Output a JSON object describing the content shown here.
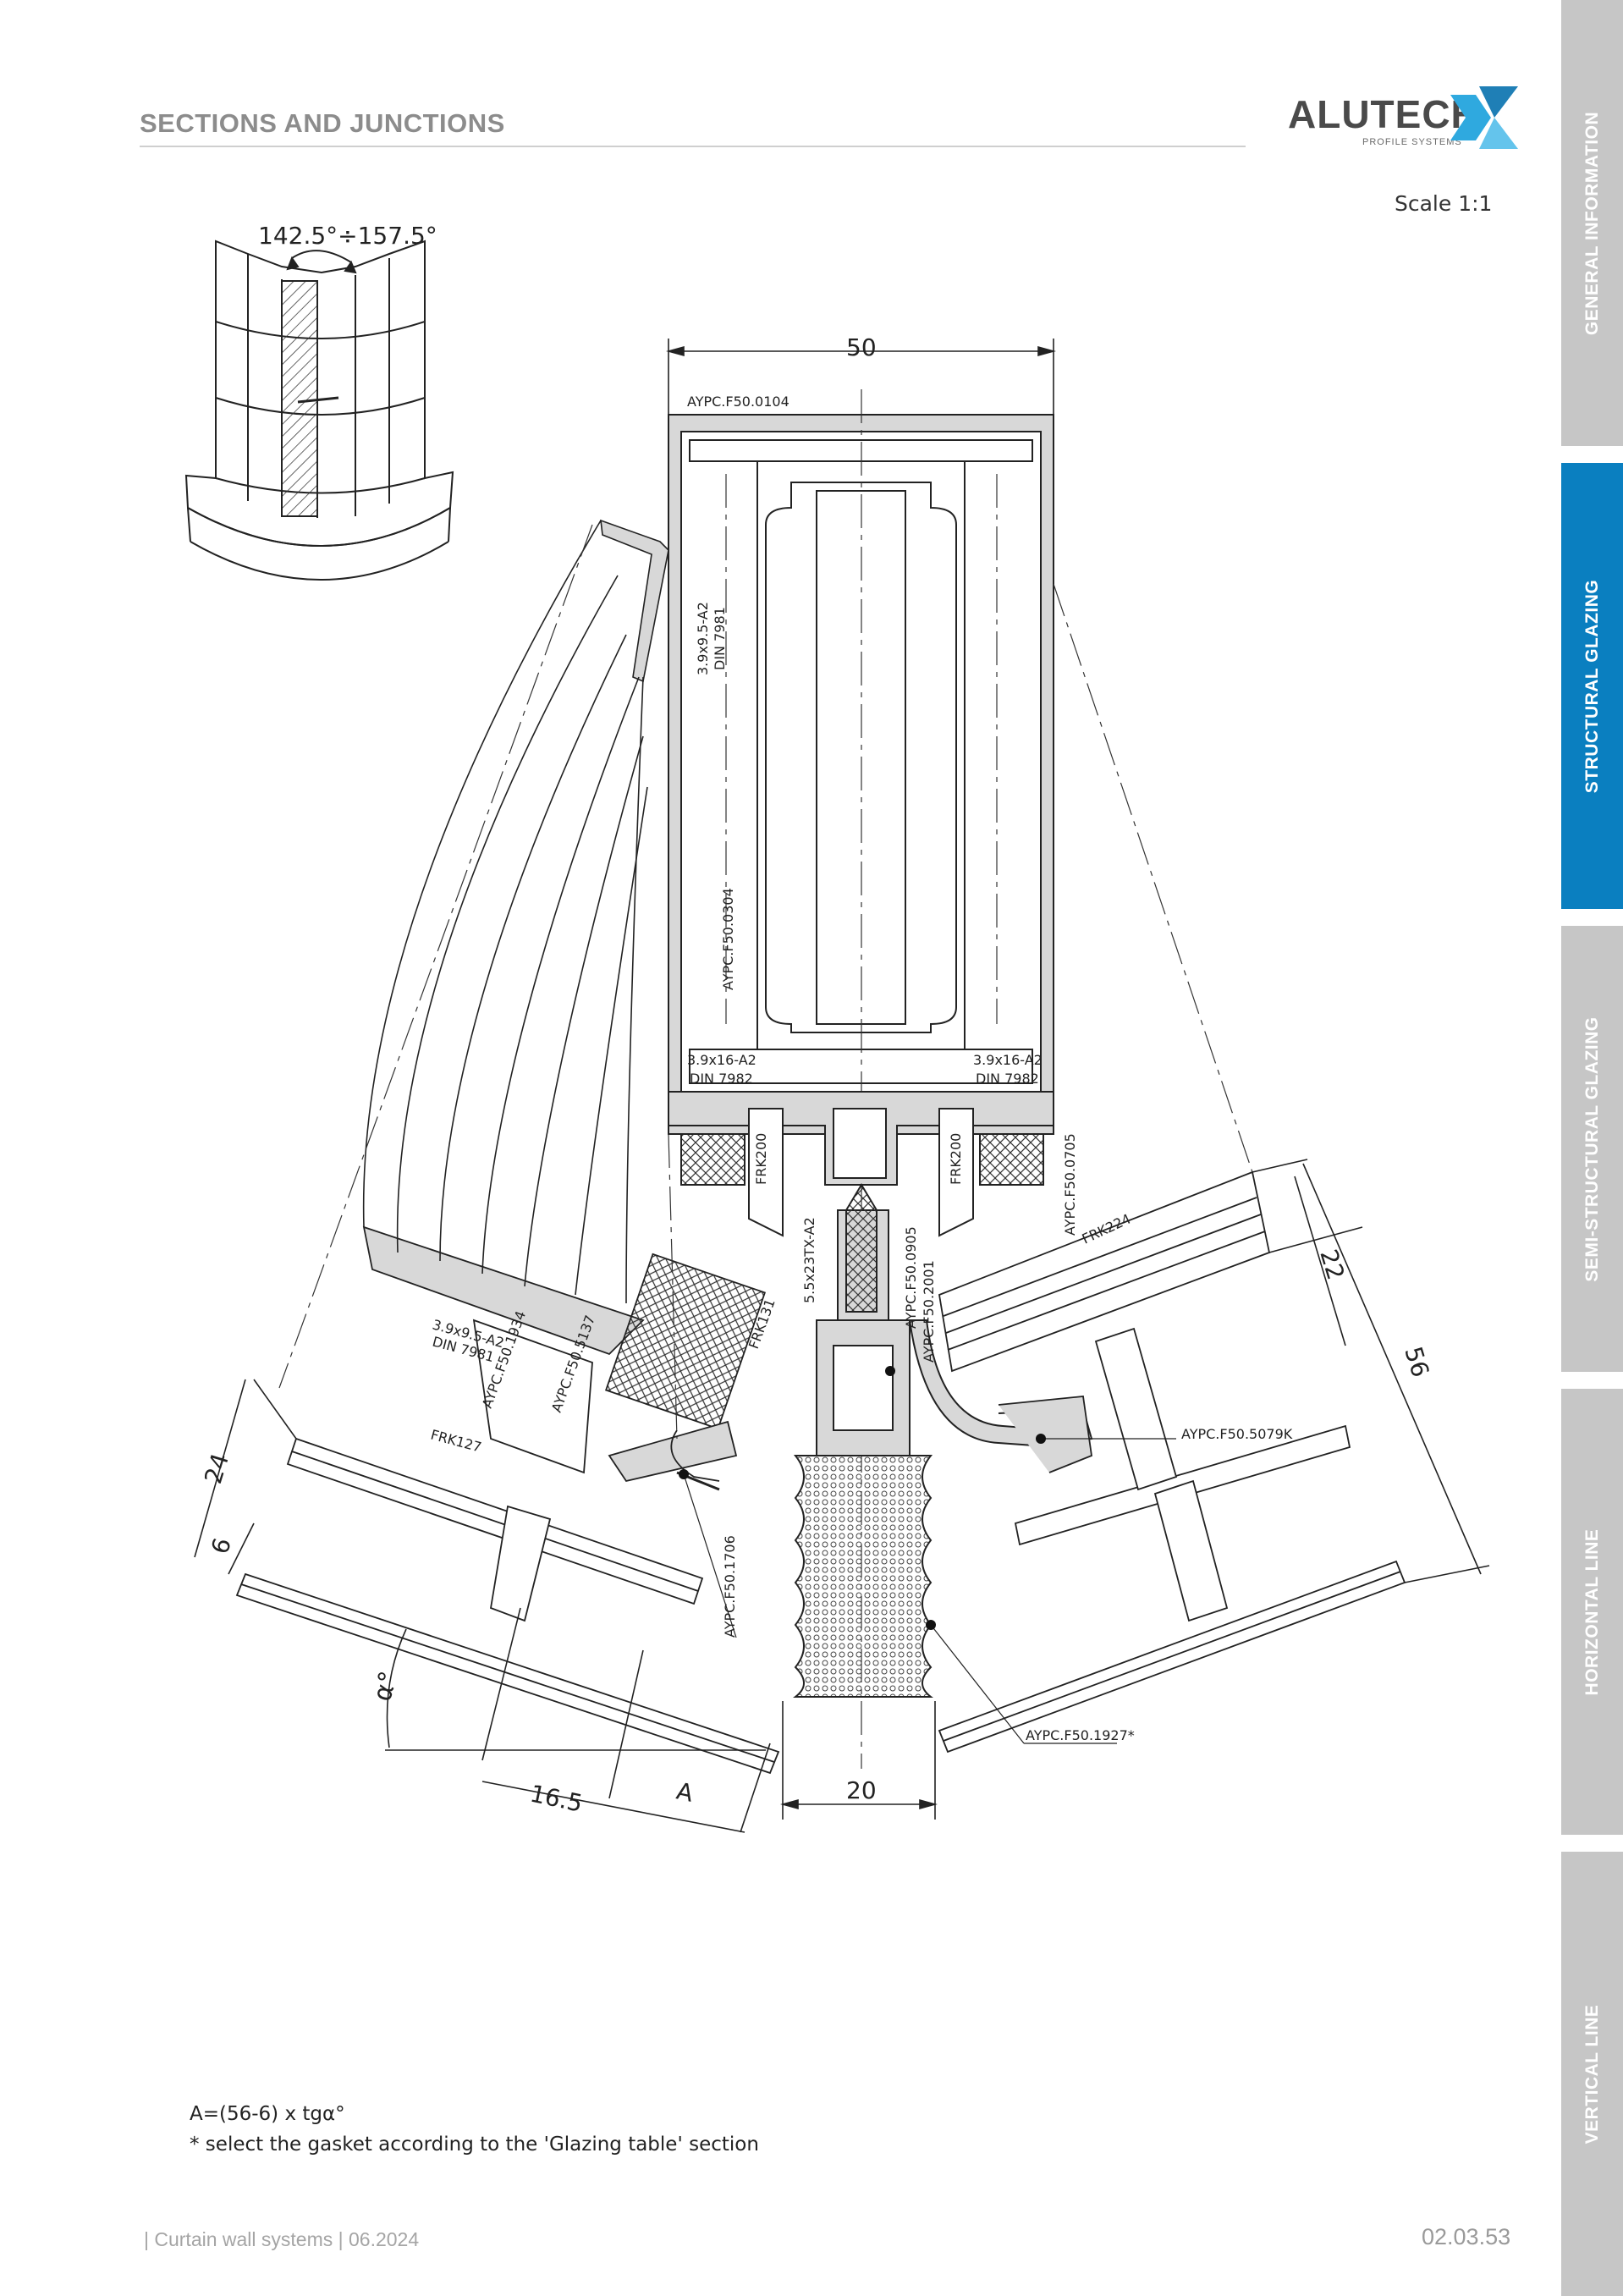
{
  "header": {
    "title": "SECTIONS AND JUNCTIONS"
  },
  "logo": {
    "word": "ALUTECH",
    "sub": "PROFILE SYSTEMS",
    "icon": "alutech-logo-mark"
  },
  "scale_label": "Scale 1:1",
  "tabs": [
    {
      "label": "GENERAL INFORMATION",
      "active": false
    },
    {
      "label": "STRUCTURAL GLAZING",
      "active": true
    },
    {
      "label": "SEMI-STRUCTURAL GLAZING",
      "active": false
    },
    {
      "label": "HORIZONTAL LINE",
      "active": false
    },
    {
      "label": "VERTICAL LINE",
      "active": false
    }
  ],
  "colors": {
    "accent": "#0a7fc0",
    "tab_inactive": "#c6c6c6",
    "profile_fill": "#d8d8d8"
  },
  "drawing": {
    "angle_range": "142.5°÷157.5°",
    "dimensions": {
      "width_top": "50",
      "gap_bottom": "20",
      "glass_right_inner": "22",
      "glass_right_total": "56",
      "glass_left_total": "24",
      "glass_left_inner": "6",
      "offset": "16.5",
      "a": "A",
      "alpha": "α°"
    },
    "labels": {
      "profile_top": "AYPC.F50.0104",
      "screw_upper": "3.9x9.5-A2",
      "screw_upper_din": "DIN 7981",
      "profile_mullion": "AYPC.F50.0304",
      "screw_left": "3.9x16-A2",
      "screw_left_din": "DIN 7982",
      "screw_right": "3.9x16-A2",
      "screw_right_din": "DIN 7982",
      "frk200_left": "FRK200",
      "frk200_right": "FRK200",
      "profile_0705": "AYPC.F50.0705",
      "frk224": "FRK224",
      "bolt": "5.5x23TX-A2",
      "profile_0905": "AYPC.F50.0905",
      "profile_2001": "AYPC.F50.2001",
      "frk131": "FRK131",
      "screw_lower": "3.9x9.5-A2",
      "screw_lower_din": "DIN 7981",
      "profile_1934": "AYPC.F50.1934",
      "profile_5137": "AYPC.F50.5137",
      "frk127": "FRK127",
      "profile_5079k": "AYPC.F50.5079K",
      "profile_1706": "AYPC.F50.1706",
      "profile_1927": "AYPC.F50.1927*"
    }
  },
  "notes": {
    "formula": "A=(56-6) x tgα°",
    "gasket": "* select the gasket according to the 'Glazing table' section"
  },
  "footer": {
    "left": "| Curtain wall systems | 06.2024",
    "page": "02.03.53"
  }
}
